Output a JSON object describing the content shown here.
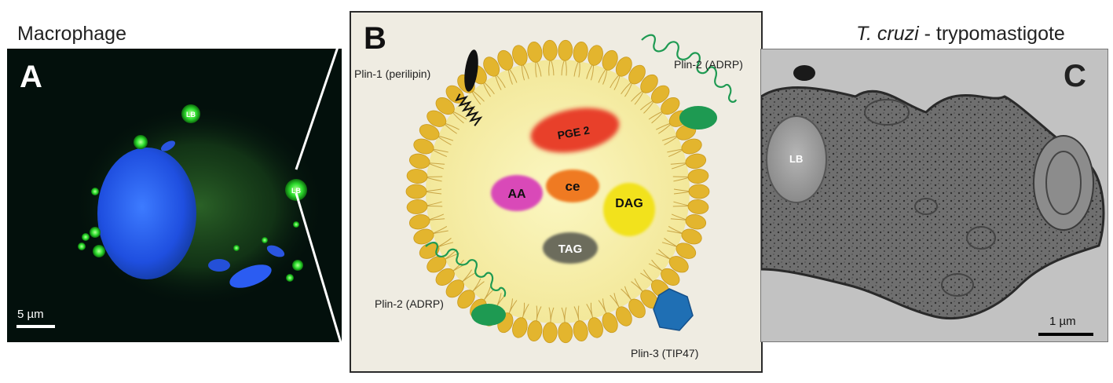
{
  "panel_a": {
    "title": "Macrophage",
    "letter": "A",
    "lb_labels": [
      "LB",
      "LB"
    ],
    "scale_bar": "5 µm"
  },
  "panel_b": {
    "letter": "B",
    "lipids": [
      "PGE 2",
      "AA",
      "ce",
      "DAG",
      "TAG"
    ],
    "proteins": [
      "Plin-1 (perilipin)",
      "Plin-2 (ADRP)",
      "Plin-2 (ADRP)",
      "Plin-3 (TIP47)"
    ],
    "colors": {
      "pge2": "#e8402a",
      "aa": "#d949b8",
      "ce": "#ef7a22",
      "dag": "#f2e21e",
      "tag": "#6c6c5c",
      "phospholipid": "#e3b52e",
      "plin2": "#1e9a52",
      "plin3": "#1f6fb4",
      "plin1": "#111111"
    }
  },
  "panel_c": {
    "title_italic": "T. cruzi",
    "title_rest": " - trypomastigote",
    "letter": "C",
    "lb_label": "LB",
    "scale_bar": "1 µm"
  }
}
